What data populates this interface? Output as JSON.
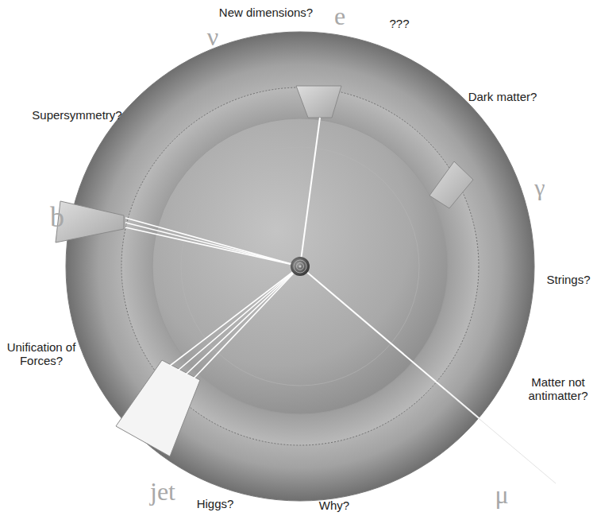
{
  "diagram": {
    "labels": [
      "New dimensions?",
      "e",
      "???",
      "ν",
      "Dark matter?",
      "Supersymmetry?",
      "b",
      "γ",
      "Strings?",
      "Unification of Forces?",
      "Matter not antimatter?",
      "jet",
      "μ",
      "Higgs?",
      "Why?"
    ]
  }
}
